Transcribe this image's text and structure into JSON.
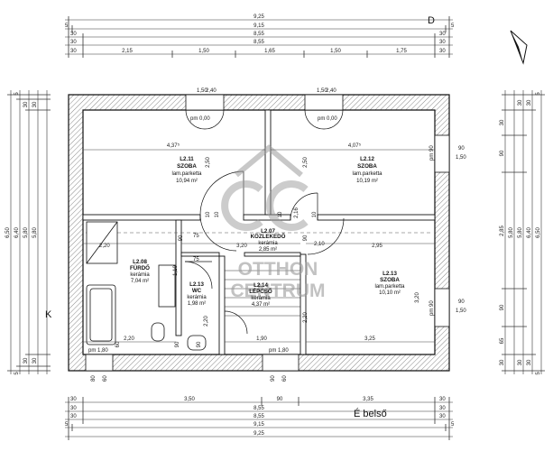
{
  "orientation": {
    "top_mark": "D",
    "left_mark": "K",
    "bottom_mark": "É belső"
  },
  "watermark": {
    "line1": "OTTHON",
    "line2": "CENTRUM"
  },
  "top_dims": {
    "row1": [
      "9,25"
    ],
    "row2": [
      "5",
      "9,15",
      "5"
    ],
    "row3": [
      "30",
      "8,55",
      "30"
    ],
    "row4": [
      "30",
      "8,55",
      "30"
    ],
    "row5": [
      "30",
      "2,15",
      "1,50",
      "1,65",
      "1,50",
      "1,75",
      "30"
    ]
  },
  "bottom_dims": {
    "row1": [
      "30",
      "3,50",
      "90",
      "3,35",
      "30"
    ],
    "row2": [
      "30",
      "8,55",
      "30"
    ],
    "row3": [
      "30",
      "8,55",
      "30"
    ],
    "row4": [
      "5",
      "9,15",
      "5"
    ],
    "row5": [
      "9,25"
    ]
  },
  "left_dims": {
    "outer": "6,50",
    "second": "6,40",
    "third": "5,80",
    "fourth": "5,80",
    "small": [
      "5",
      "30",
      "30",
      "30",
      "30",
      "5"
    ]
  },
  "right_dims": {
    "outer": "6,50",
    "second": "6,40",
    "third": "5,80",
    "fourth": "5,80",
    "inner": [
      "30",
      "90",
      "2,85",
      "90",
      "65",
      "30"
    ],
    "small": [
      "5",
      "30",
      "30",
      "30",
      "30",
      "5"
    ]
  },
  "windows": [
    {
      "label": "pm 0,00",
      "top": "1,50",
      "side": "2,40"
    },
    {
      "label": "pm 0,00",
      "top": "1,50",
      "side": "2,40"
    },
    {
      "label": "pm 90",
      "w": "90",
      "h": "1,50"
    },
    {
      "label": "pm 90",
      "w": "90",
      "h": "1,50"
    },
    {
      "label": "pm 1,80",
      "w": "80",
      "h": "60"
    },
    {
      "label": "pm 1,80",
      "w": "90",
      "h": "60"
    }
  ],
  "rooms": [
    {
      "id": "L2.11",
      "name": "SZOBA",
      "floor": "lam.parketta",
      "area": "10,94 m²"
    },
    {
      "id": "L2.12",
      "name": "SZOBA",
      "floor": "lam.parketta",
      "area": "10,19 m²"
    },
    {
      "id": "L2.07",
      "name": "KÖZLEKEDŐ",
      "floor": "kerámia",
      "area": "2,85 m²"
    },
    {
      "id": "L2.08",
      "name": "FÜRDŐ",
      "floor": "kerámia",
      "area": "7,04 m²"
    },
    {
      "id": "L2.13",
      "name": "WC",
      "floor": "kerámia",
      "area": "1,98 m²"
    },
    {
      "id": "L2.14",
      "name": "LÉPCSŐ",
      "floor": "kerámia",
      "area": "4,37 m²"
    },
    {
      "id": "L2.13",
      "name": "SZOBA",
      "floor": "lam.parketta",
      "area": "10,10 m²"
    }
  ],
  "interior_dims": [
    "4,37⁵",
    "4,07⁵",
    "2,50",
    "2,50",
    "2,20",
    "3,20",
    "2,95",
    "2,20",
    "1,90",
    "3,25",
    "3,20",
    "2,20",
    "2,20",
    "2,16",
    "2,10",
    "10",
    "10",
    "10",
    "10",
    "90",
    "90",
    "75",
    "75",
    "90",
    "90",
    "60",
    "1,10"
  ]
}
